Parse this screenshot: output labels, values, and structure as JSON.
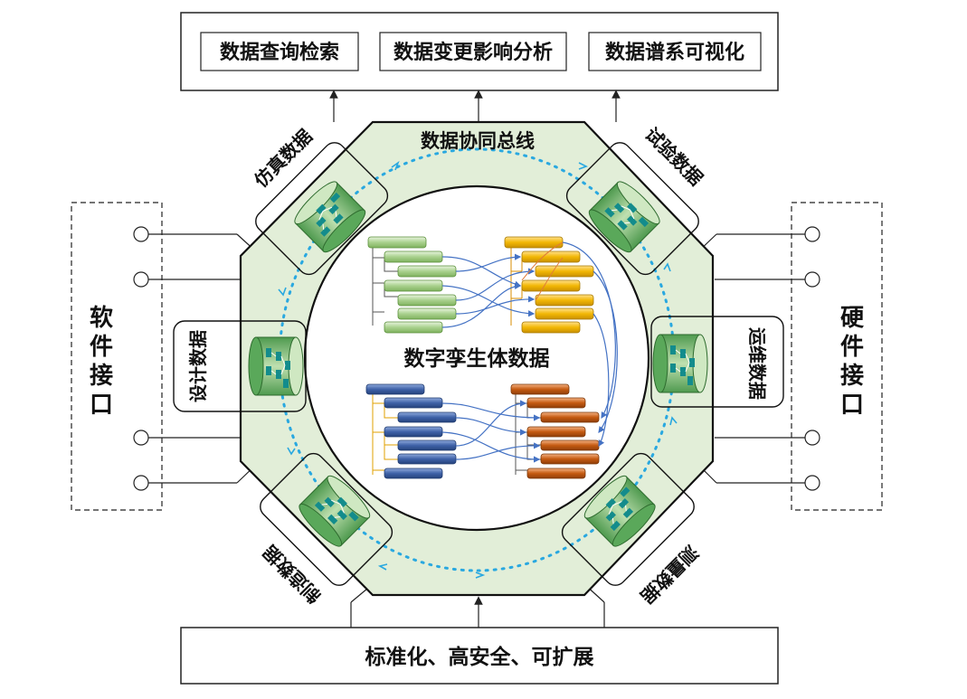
{
  "top_bar": {
    "items": [
      "数据查询检索",
      "数据变更影响分析",
      "数据谱系可视化"
    ]
  },
  "bottom_bar": {
    "label": "标准化、高安全、可扩展"
  },
  "bus": {
    "label": "数据协同总线"
  },
  "center": {
    "label": "数字孪生体数据"
  },
  "left_interface": {
    "chars": [
      "软",
      "件",
      "接",
      "口"
    ]
  },
  "right_interface": {
    "chars": [
      "硬",
      "件",
      "接",
      "口"
    ]
  },
  "data_sources": {
    "simulation": "仿真数据",
    "test": "试验数据",
    "design": "设计数据",
    "operation": "运维数据",
    "manufacturing": "制造数据",
    "measurement": "测量数据"
  },
  "colors": {
    "octagon_fill": "#e2eed8",
    "bus_arrow": "#29a8e0",
    "db_green": "#5aa85a",
    "db_teal": "#138c8c",
    "bar_green": "#a9d18e",
    "bar_yellow": "#f2b705",
    "bar_blue": "#3f62a8",
    "bar_orange": "#c55a11",
    "link_blue": "#4472c4"
  }
}
